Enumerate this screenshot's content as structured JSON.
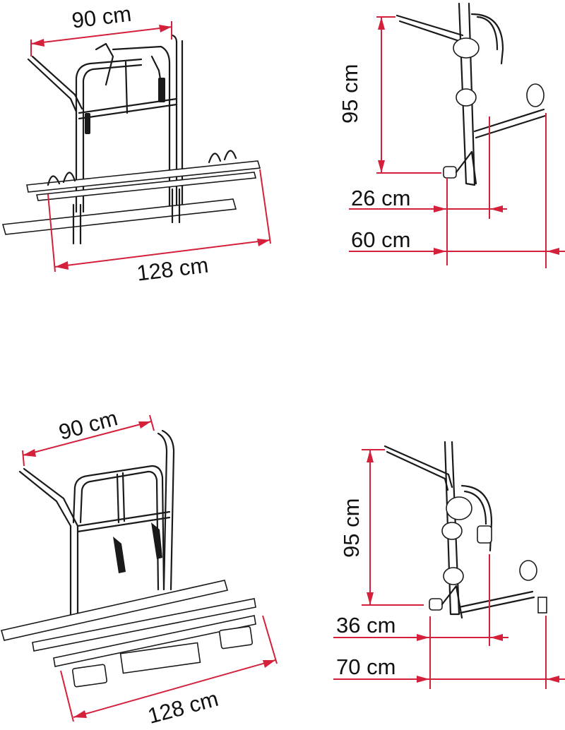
{
  "diagram": {
    "type": "technical-dimension-drawing",
    "subject": "bike carrier racks",
    "colors": {
      "dimension_line": "#d4203a",
      "drawing_line": "#1a1a1a",
      "background": "#ffffff"
    },
    "panels": [
      {
        "id": "top-front",
        "view": "front perspective, two-rail carrier",
        "dimensions": {
          "top_width": "90 cm",
          "rail_length": "128 cm"
        }
      },
      {
        "id": "top-side",
        "view": "side profile",
        "dimensions": {
          "height": "95 cm",
          "depth_inner": "26 cm",
          "depth_outer": "60 cm"
        }
      },
      {
        "id": "bottom-front",
        "view": "front perspective, three-rail carrier with plate holder",
        "dimensions": {
          "top_width": "90 cm",
          "rail_length": "128 cm"
        }
      },
      {
        "id": "bottom-side",
        "view": "side profile",
        "dimensions": {
          "height": "95 cm",
          "depth_inner": "36 cm",
          "depth_outer": "70 cm"
        }
      }
    ]
  }
}
